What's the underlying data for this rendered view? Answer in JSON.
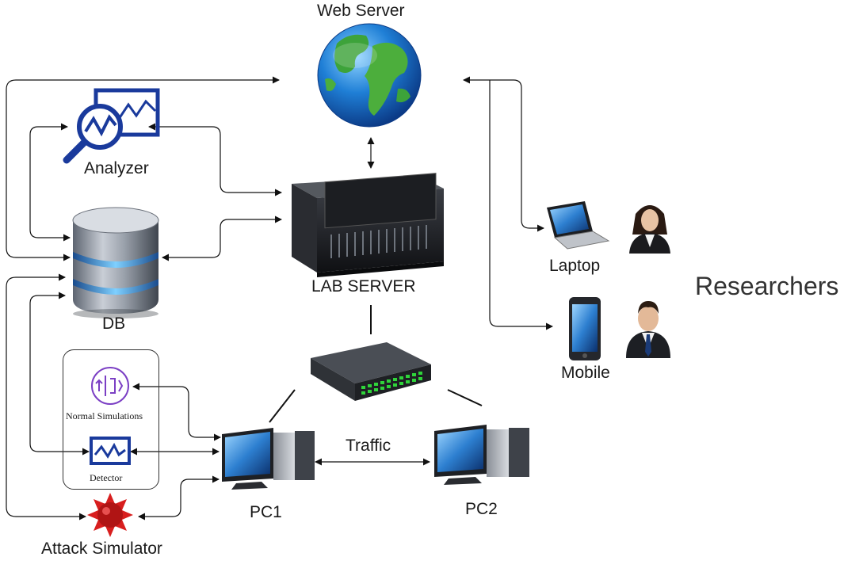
{
  "labels": {
    "web_server": "Web Server",
    "analyzer": "Analyzer",
    "db": "DB",
    "lab_server": "LAB SERVER",
    "laptop": "Laptop",
    "mobile": "Mobile",
    "researchers": "Researchers",
    "normal_simulations": "Normal Simulations",
    "detector": "Detector",
    "attack_simulator": "Attack Simulator",
    "traffic": "Traffic",
    "pc1": "PC1",
    "pc2": "PC2"
  },
  "icons": {
    "web_server": "globe-icon",
    "analyzer": "analyzer-magnifier-icon",
    "db": "database-icon",
    "lab_server": "rack-server-icon",
    "switch": "network-switch-icon",
    "laptop": "laptop-icon",
    "mobile": "smartphone-icon",
    "researcher_female": "female-user-icon",
    "researcher_male": "male-user-icon",
    "normal_simulations": "simulation-icon",
    "detector": "detector-icon",
    "attack_simulator": "virus-icon",
    "pc1": "desktop-pc-icon",
    "pc2": "desktop-pc-icon"
  },
  "colors": {
    "line": "#111111",
    "analyzer_blue": "#1a3a9c",
    "simulation_purple": "#7b3fc4",
    "attack_red": "#d81e1e",
    "switch_green": "#2fd43a"
  }
}
